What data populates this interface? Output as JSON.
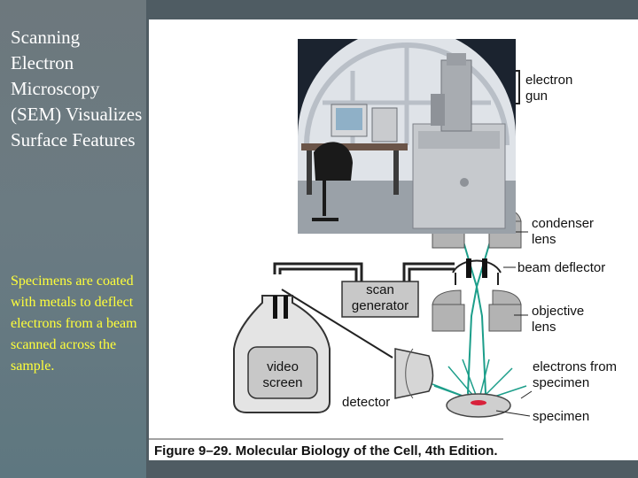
{
  "slide": {
    "title": "Scanning Electron Microscopy (SEM) Visualizes Surface Features",
    "subtitle": "Specimens are coated with metals to deflect electrons from a beam scanned across the sample."
  },
  "figure": {
    "labels": {
      "electron_gun": "electron\ngun",
      "condenser_lens": "condenser\nlens",
      "beam_deflector": "beam deflector",
      "objective_lens": "objective\nlens",
      "electrons_from_specimen": "electrons from\nspecimen",
      "specimen": "specimen",
      "scan_generator": "scan\ngenerator",
      "video_screen": "video\nscreen",
      "detector": "detector"
    },
    "caption": "Figure 9–29. Molecular Biology of the Cell, 4th Edition."
  },
  "colors": {
    "beam": "#1c9e8a",
    "lens": "#b3b3b3",
    "specimen_spot": "#d8213a",
    "subtitle": "#ffff3a"
  }
}
